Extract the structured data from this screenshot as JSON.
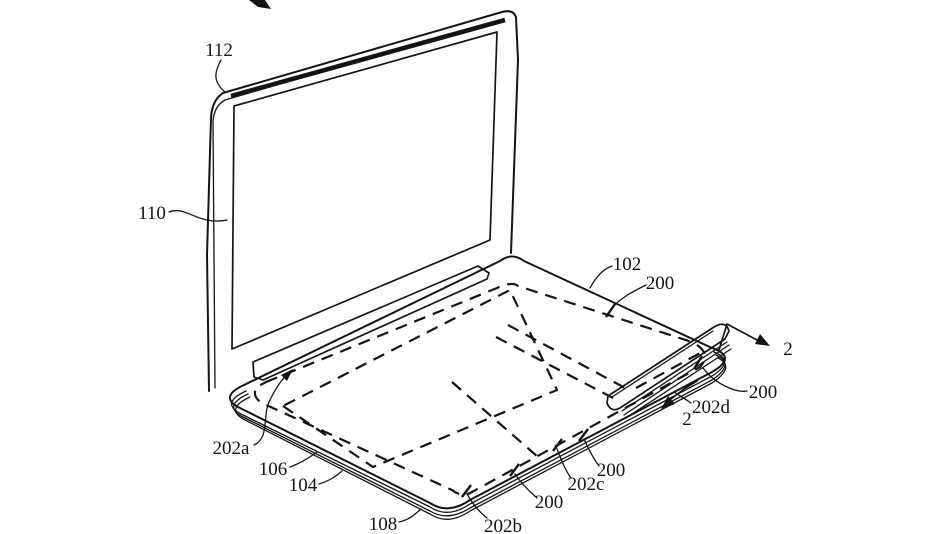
{
  "figure": {
    "kind": "patent-line-drawing",
    "subject": "portable computer with touch-sensitive input regions on base",
    "background": "#ffffff",
    "ink": "#141414",
    "labels": {
      "display": "112",
      "display_housing": "110",
      "top_case": "102",
      "boundary": "200",
      "region_a": "202a",
      "region_b": "202b",
      "region_c": "202c",
      "region_d": "202d",
      "layer_104": "104",
      "layer_106": "106",
      "layer_108": "108",
      "section": "2"
    }
  }
}
